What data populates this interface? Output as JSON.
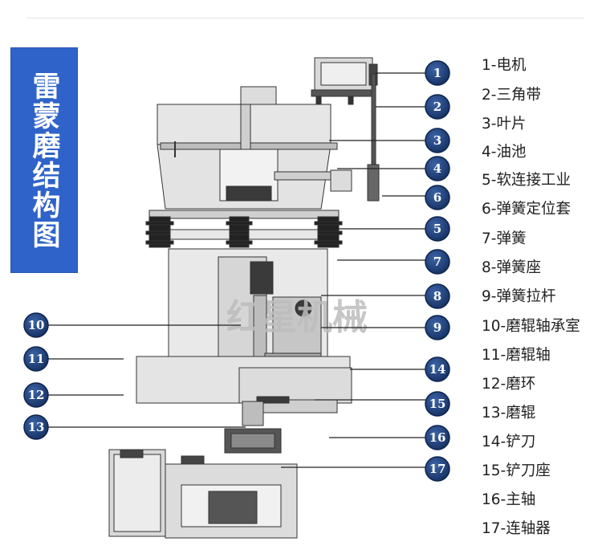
{
  "title": "雷蒙磨结构图",
  "watermark": "红星机械",
  "legend": [
    "1-电机",
    "2-三角带",
    "3-叶片",
    "4-油池",
    "5-软连接工业",
    "6-弹簧定位套",
    "7-弹簧",
    "8-弹簧座",
    "9-弹簧拉杆",
    "10-磨辊轴承室",
    "11-磨辊轴",
    "12-磨环",
    "13-磨辊",
    "14-铲刀",
    "15-铲刀座",
    "16-主轴",
    "17-连轴器"
  ],
  "callouts": [
    "1",
    "2",
    "3",
    "4",
    "6",
    "5",
    "7",
    "8",
    "9",
    "10",
    "11",
    "12",
    "13",
    "14",
    "15",
    "16",
    "17"
  ],
  "colors": {
    "title_bg": "#2f63c9",
    "callout_fill": "#1b3b78",
    "line": "#222222",
    "machine_light": "#e6e6e6",
    "machine_mid": "#bfbfbf",
    "machine_dark": "#3a3a3a"
  }
}
